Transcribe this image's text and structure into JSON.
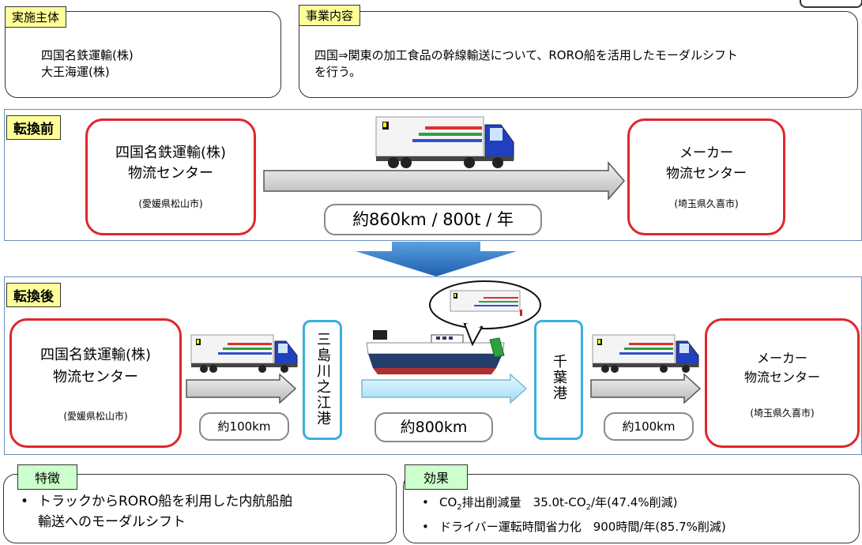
{
  "top": {
    "implementer_tag": "実施主体",
    "implementers": [
      "四国名鉄運輸(株)",
      "大王海運(株)"
    ],
    "content_tag": "事業内容",
    "content_lines": [
      "四国⇒関東の加工食品の幹線輸送について、RORO船を活用したモーダルシフト",
      "を行う。"
    ]
  },
  "before": {
    "tag": "転換前",
    "origin_name_1": "四国名鉄運輸(株)",
    "origin_name_2": "物流センター",
    "origin_loc": "(愛媛県松山市)",
    "dest_name_1": "メーカー",
    "dest_name_2": "物流センター",
    "dest_loc": "(埼玉県久喜市)",
    "distance": "約860km / 800t / 年"
  },
  "after": {
    "tag": "転換後",
    "origin_name_1": "四国名鉄運輸(株)",
    "origin_name_2": "物流センター",
    "origin_loc": "(愛媛県松山市)",
    "port1": "三島川之江港",
    "port2": "千葉港",
    "dest_name_1": "メーカー",
    "dest_name_2": "物流センター",
    "dest_loc": "(埼玉県久喜市)",
    "leg1": "約100km",
    "leg2": "約800km",
    "leg3": "約100km"
  },
  "features": {
    "tag": "特徴",
    "line1": "トラックからRORO船を利用した内航船舶",
    "line2": "輸送へのモーダルシフト"
  },
  "effects": {
    "tag": "効果",
    "co2_prefix": "CO",
    "co2_sub": "2",
    "co2_mid": "排出削減量　35.0t-CO",
    "co2_sub2": "2",
    "co2_suffix": "/年(47.4%削減)",
    "line2": "ドライバー運転時間省力化　900時間/年(85.7%削減)"
  },
  "colors": {
    "red": "#e0262b",
    "blue": "#3aaee0",
    "tag_yellow": "#ffff99",
    "tag_green": "#ccffcc"
  }
}
